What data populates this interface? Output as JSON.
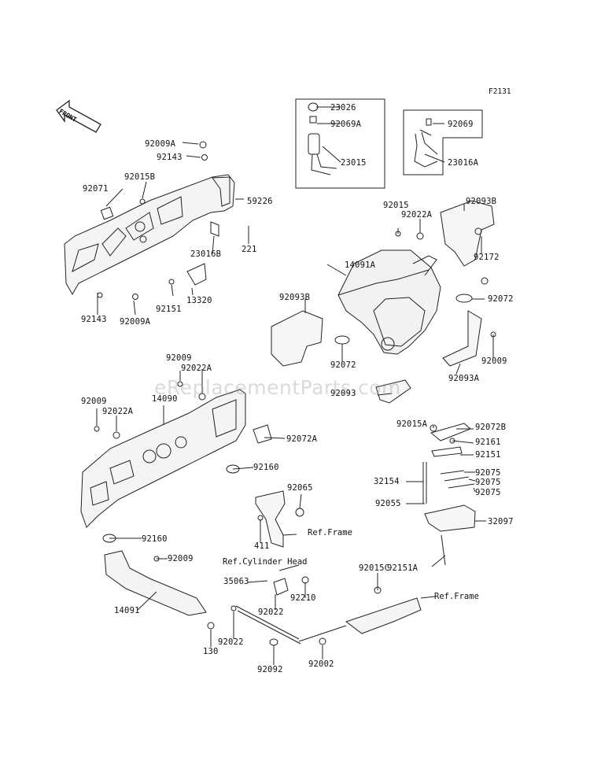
{
  "figure_code": "F2131",
  "watermark": "eReplacementParts.com",
  "front_label": "FRONT",
  "parts": {
    "p92009A_top": "92009A",
    "p92143_top": "92143",
    "p92071": "92071",
    "p92015B": "92015B",
    "p59226": "59226",
    "p23016B": "23016B",
    "p221": "221",
    "p92151_a": "92151",
    "p13320": "13320",
    "p92143_bot": "92143",
    "p92009A_bot": "92009A",
    "p23026": "23026",
    "p92069A": "92069A",
    "p23015": "23015",
    "p92069": "92069",
    "p23016A": "23016A",
    "p92015": "92015",
    "p92022A_r": "92022A",
    "p92093B_r": "92093B",
    "p14091A": "14091A",
    "p92172": "92172",
    "p92093B_l": "92093B",
    "p92072_r": "92072",
    "p92072_l": "92072",
    "p92009_r": "92009",
    "p92093A": "92093A",
    "p92093": "92093",
    "p92009_m": "92009",
    "p92022A_m": "92022A",
    "p14090": "14090",
    "p92009_l": "92009",
    "p92022A_l": "92022A",
    "p92072A": "92072A",
    "p92160_a": "92160",
    "p92160_b": "92160",
    "p92065": "92065",
    "p411": "411",
    "p92015A": "92015A",
    "p92072B": "92072B",
    "p92161": "92161",
    "p92151_b": "92151",
    "p32154": "32154",
    "p92075_a": "92075",
    "p92075_b": "92075",
    "p92075_c": "92075",
    "p92055": "92055",
    "p32097": "32097",
    "p92151A": "92151A",
    "p92009_b": "92009",
    "p14091": "14091",
    "p35063": "35063",
    "p92210": "92210",
    "p92022_a": "92022",
    "p92015C": "92015C",
    "p130": "130",
    "p92022_b": "92022",
    "p92092": "92092",
    "p92002": "92002"
  },
  "refs": {
    "ref_frame_1": "Ref.Frame",
    "ref_cyl_head": "Ref.Cylinder Head",
    "ref_frame_2": "Ref.Frame"
  }
}
